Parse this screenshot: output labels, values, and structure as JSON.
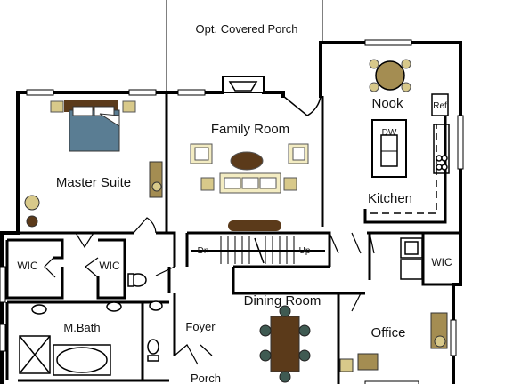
{
  "labels": {
    "opt_covered_porch": "Opt. Covered Porch",
    "family_room": "Family Room",
    "nook": "Nook",
    "ref": "Ref",
    "dw": "DW",
    "master_suite": "Master Suite",
    "kitchen": "Kitchen",
    "wic_left": "WIC",
    "wic_mid": "WIC",
    "wic_right": "WIC",
    "dn": "Dn",
    "up": "Up",
    "dining_room": "Dining Room",
    "m_bath": "M.Bath",
    "foyer": "Foyer",
    "office": "Office",
    "porch": "Porch"
  },
  "colors": {
    "wall": "#000000",
    "bed": "#5a7d93",
    "wood": "#5b3a1a",
    "furniture_light": "#f3ecc2",
    "plant": "#d8c98a",
    "window": "#ffffff"
  }
}
